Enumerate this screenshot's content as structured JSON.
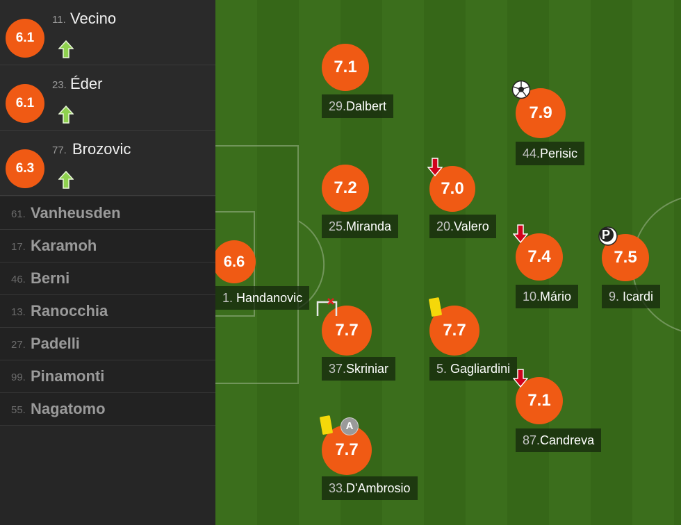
{
  "substitutes": [
    {
      "number": "11.",
      "name": "Vecino",
      "rating": "6.1"
    },
    {
      "number": "23.",
      "name": "Éder",
      "rating": "6.1"
    },
    {
      "number": "77.",
      "name": "Brozovic",
      "rating": "6.3"
    }
  ],
  "bench": [
    {
      "number": "61.",
      "name": "Vanheusden"
    },
    {
      "number": "17.",
      "name": "Karamoh"
    },
    {
      "number": "46.",
      "name": "Berni"
    },
    {
      "number": "13.",
      "name": "Ranocchia"
    },
    {
      "number": "27.",
      "name": "Padelli"
    },
    {
      "number": "99.",
      "name": "Pinamonti"
    },
    {
      "number": "55.",
      "name": "Nagatomo"
    }
  ],
  "players": {
    "handanovic": {
      "number": "1.",
      "name": "Handanovic",
      "rating": "6.6"
    },
    "dalbert": {
      "number": "29.",
      "name": "Dalbert",
      "rating": "7.1"
    },
    "miranda": {
      "number": "25.",
      "name": "Miranda",
      "rating": "7.2"
    },
    "skriniar": {
      "number": "37.",
      "name": "Skriniar",
      "rating": "7.7"
    },
    "dambrosio": {
      "number": "33.",
      "name": "D'Ambrosio",
      "rating": "7.7"
    },
    "valero": {
      "number": "20.",
      "name": "Valero",
      "rating": "7.0"
    },
    "gagliardini": {
      "number": "5.",
      "name": "Gagliardini",
      "rating": "7.7"
    },
    "perisic": {
      "number": "44.",
      "name": "Perisic",
      "rating": "7.9"
    },
    "mario": {
      "number": "10.",
      "name": "Mário",
      "rating": "7.4"
    },
    "candreva": {
      "number": "87.",
      "name": "Candreva",
      "rating": "7.1"
    },
    "icardi": {
      "number": "9.",
      "name": "Icardi",
      "rating": "7.5"
    }
  },
  "icons": {
    "sub_in": "green-up-arrow-icon",
    "sub_out": "red-down-arrow-icon",
    "goal": "football-icon",
    "penalty": "penalty-p-icon",
    "yellow": "yellow-card-icon",
    "captain": "captain-a-icon",
    "missed": "goal-post-cross-icon"
  },
  "captain_letter": "A",
  "penalty_letter": "P",
  "colors": {
    "rating": "#f05a14",
    "pitch_a": "#3b6e1c",
    "pitch_b": "#366718",
    "sub_in": "#8fd14f",
    "sub_out": "#d0021b",
    "yellow": "#f5d80a"
  }
}
